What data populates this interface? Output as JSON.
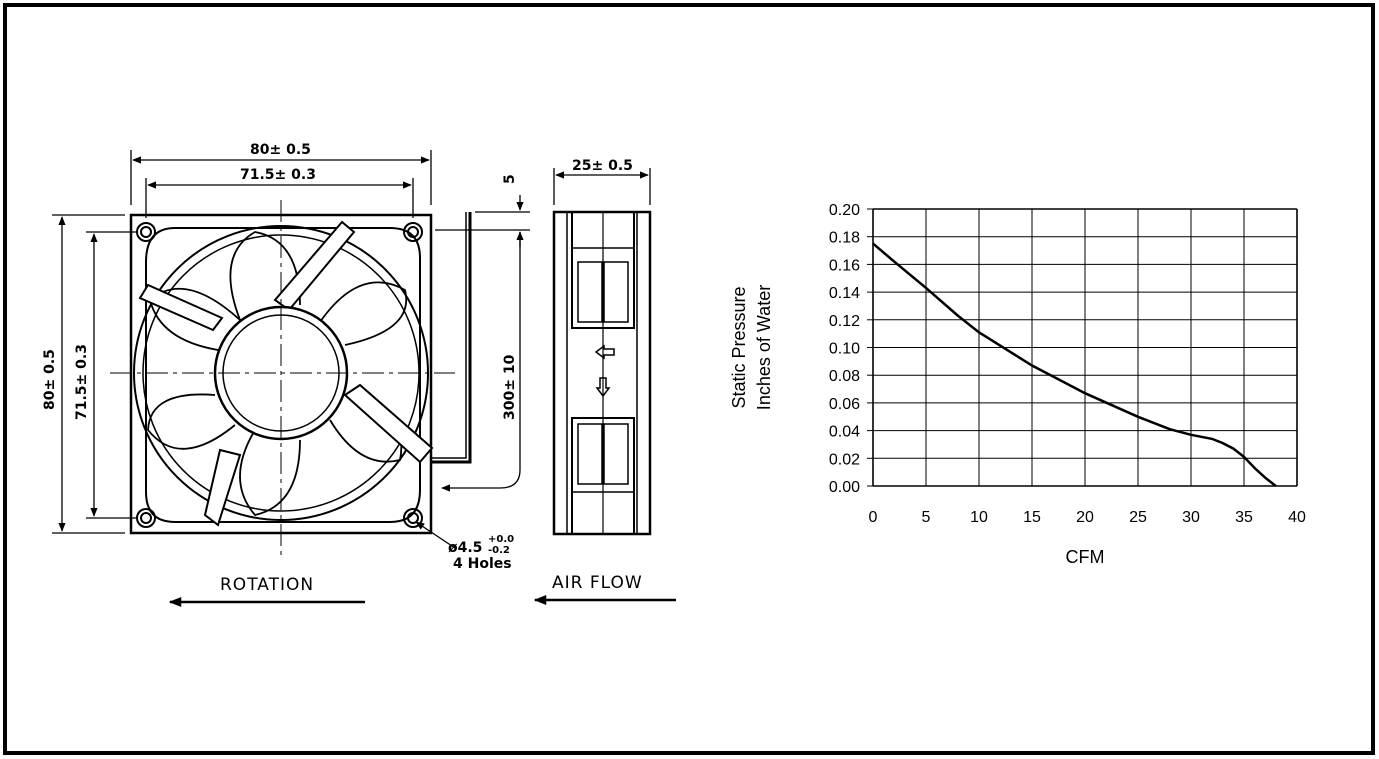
{
  "drawing": {
    "dim_width_outer": "80± 0.5",
    "dim_width_hole": "71.5± 0.3",
    "dim_height_outer": "80± 0.5",
    "dim_height_hole": "71.5± 0.3",
    "dim_depth": "25± 0.5",
    "dim_lead_offset": "5",
    "dim_lead_length": "300± 10",
    "hole_diameter": "ø4.5",
    "hole_tol_plus": "+0.0",
    "hole_tol_minus": "-0.2",
    "hole_count": "4 Holes",
    "rotation_label": "ROTATION",
    "airflow_label": "AIR FLOW"
  },
  "chart_data": {
    "type": "line",
    "title": "",
    "xlabel": "CFM",
    "ylabel_line1": "Static Pressure",
    "ylabel_line2": "Inches of Water",
    "xlim": [
      0,
      40
    ],
    "ylim": [
      0,
      0.2
    ],
    "x_ticks": [
      "0",
      "5",
      "10",
      "15",
      "20",
      "25",
      "30",
      "35",
      "40"
    ],
    "y_ticks": [
      "0.00",
      "0.02",
      "0.04",
      "0.06",
      "0.08",
      "0.10",
      "0.12",
      "0.14",
      "0.16",
      "0.18",
      "0.20"
    ],
    "grid": true,
    "series": [
      {
        "x": [
          0,
          2,
          5,
          8,
          10,
          15,
          20,
          25,
          28,
          30,
          32,
          33,
          34,
          35,
          36,
          37,
          38
        ],
        "y": [
          0.175,
          0.162,
          0.143,
          0.123,
          0.111,
          0.087,
          0.067,
          0.05,
          0.041,
          0.037,
          0.034,
          0.031,
          0.027,
          0.021,
          0.013,
          0.006,
          0.0
        ]
      }
    ]
  }
}
